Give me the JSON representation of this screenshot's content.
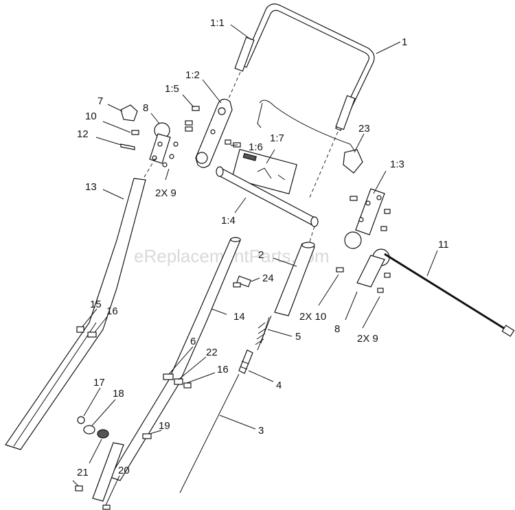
{
  "watermark": "eReplacementParts.com",
  "callouts": {
    "c1_1": "1:1",
    "c1": "1",
    "c1_2": "1:2",
    "c1_5": "1:5",
    "c7": "7",
    "c8_top": "8",
    "c10_top": "10",
    "c12": "12",
    "c1_6": "1:6",
    "c1_7": "1:7",
    "c23": "23",
    "c2x9_left": "2X 9",
    "c13": "13",
    "c1_3": "1:3",
    "c1_4": "1:4",
    "c11": "11",
    "c2": "2",
    "c24": "24",
    "c2x10": "2X 10",
    "c14": "14",
    "c15": "15",
    "c16_left": "16",
    "c8_right": "8",
    "c2x9_right": "2X 9",
    "c5": "5",
    "c6": "6",
    "c22": "22",
    "c16_mid": "16",
    "c4": "4",
    "c17": "17",
    "c18": "18",
    "c19": "19",
    "c3": "3",
    "c21": "21",
    "c20": "20"
  }
}
